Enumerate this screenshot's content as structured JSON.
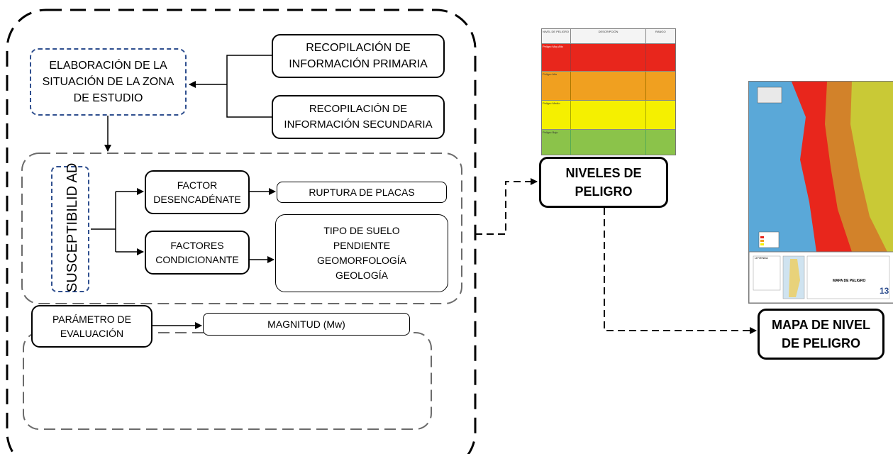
{
  "colors": {
    "frame": "#000000",
    "blue_dash": "#2f4f8f",
    "gray_dash": "#6b6b6b",
    "red": "#e8261c",
    "orange": "#f0a020",
    "yellow": "#f5f000",
    "green": "#8bc34a"
  },
  "nodes": {
    "elaboracion": "ELABORACIÓN DE LA\nSITUACIÓN DE LA ZONA\nDE ESTUDIO",
    "primaria": "RECOPILACIÓN DE\nINFORMACIÓN PRIMARIA",
    "secundaria": "RECOPILACIÓN DE\nINFORMACIÓN SECUNDARIA",
    "susceptibilidad": "SUSCEPTIBILID\nAD",
    "factor_desencadenante": "FACTOR\nDESENCADÉNATE",
    "ruptura": "RUPTURA DE PLACAS",
    "factores_condicionante": "FACTORES\nCONDICIONANTE",
    "condicionantes_list": "TIPO DE SUELO\nPENDIENTE\nGEOMORFOLOGÍA\nGEOLOGÍA",
    "parametro": "PARÁMETRO DE\nEVALUACIÓN",
    "magnitud": "MAGNITUD (Mw)",
    "niveles": "NIVELES DE\nPELIGRO",
    "mapa": "MAPA DE NIVEL\nDE PELIGRO"
  },
  "legend_table": {
    "headers": [
      "NIVEL DE PELIGRO",
      "DESCRIPCIÓN",
      "RANGO"
    ],
    "rows": [
      {
        "level": "Peligro Muy Alto",
        "color": "#e8261c"
      },
      {
        "level": "Peligro Alto",
        "color": "#f0a020"
      },
      {
        "level": "Peligro Medio",
        "color": "#f5f000"
      },
      {
        "level": "Peligro Bajo",
        "color": "#8bc34a"
      }
    ]
  },
  "map_thumbnail": {
    "title": "MAPA DE PELIGRO",
    "sheet_number": "13",
    "legend_label": "LEYENDA"
  }
}
